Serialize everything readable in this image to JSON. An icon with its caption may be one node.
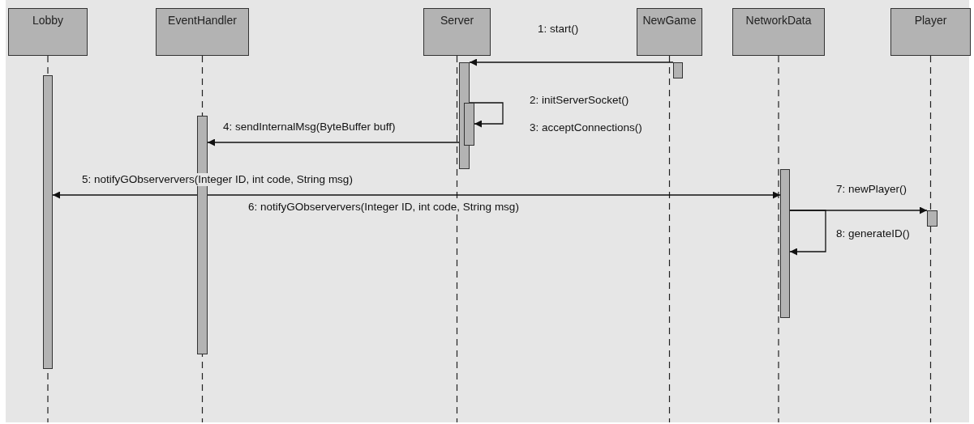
{
  "diagram": {
    "nodes": [
      {
        "text": [
          "Lobby"
        ]
      },
      {
        "text": [
          "EventHandler"
        ]
      },
      {
        "text": [
          "Server"
        ]
      },
      {
        "text": [
          "NewGame"
        ]
      },
      {
        "text": [
          "NetworkData"
        ]
      },
      {
        "text": [
          "Player"
        ]
      },
      {
        "text": [],
        "shape": "bar"
      },
      {
        "text": [],
        "shape": "bar"
      },
      {
        "text": [],
        "shape": "bar"
      },
      {
        "text": [],
        "shape": "bar"
      },
      {
        "text": [],
        "shape": "bar"
      },
      {
        "text": [],
        "shape": "bar"
      },
      {
        "text": [],
        "shape": "bar"
      }
    ],
    "edges": [
      {
        "from": 10,
        "to": 8,
        "arrow": "to",
        "label": "1: start()"
      },
      {
        "from": 8,
        "to": 9,
        "arrow": "to",
        "label": "2: initServerSocket()"
      },
      {
        "from": 9,
        "to": 7,
        "arrow": "to",
        "label": "4: sendInternalMsg(ByteBuffer buff)"
      },
      {
        "from": 6,
        "to": 11,
        "arrow": "both",
        "label": "5: notifyGObserververs(Integer ID, int code, String msg)"
      },
      {
        "from": 11,
        "to": 12,
        "arrow": "to",
        "label": "7: newPlayer()"
      },
      {
        "from": 11,
        "to": 11,
        "arrow": "to",
        "label": "8: generateID()"
      }
    ],
    "labels": [
      "3: acceptConnections()",
      "6: notifyGObserververs(Integer ID, int code, String msg)"
    ]
  }
}
